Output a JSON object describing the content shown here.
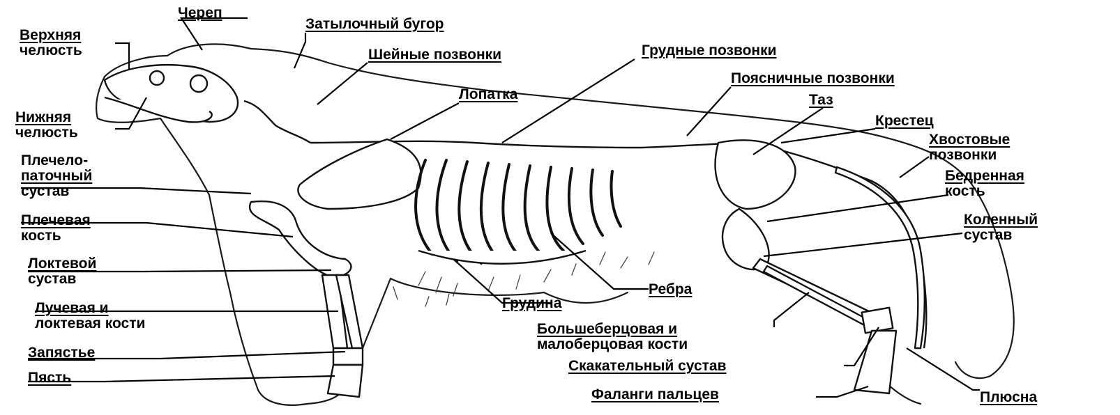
{
  "labels": {
    "skull": "Череп",
    "upper_jaw": [
      "Верхняя",
      "челюсть"
    ],
    "occipital": "Затылочный бугор",
    "cervical": "Шейные позвонки",
    "thoracic": "Грудные позвонки",
    "lumbar": "Поясничные позвонки",
    "scapula": "Лопатка",
    "pelvis": "Таз",
    "sacrum": "Крестец",
    "lower_jaw": [
      "Нижняя",
      "челюсть"
    ],
    "caudal": [
      "Хвостовые",
      "позвонки"
    ],
    "shoulder_joint": [
      "Плечело-",
      "паточный",
      "сустав"
    ],
    "femur": [
      "Бедренная",
      "кость"
    ],
    "humerus": [
      "Плечевая",
      "кость"
    ],
    "knee": [
      "Коленный",
      "сустав"
    ],
    "elbow": [
      "Локтевой",
      "сустав"
    ],
    "ribs": "Ребра",
    "sternum": "Грудина",
    "radius_ulna": [
      "Лучевая и",
      "локтевая кости"
    ],
    "tibia_fibula": [
      "Большеберцовая и",
      "малоберцовая кости"
    ],
    "carpus": "Запястье",
    "hock": "Скакательный сустав",
    "metacarpus": "Пясть",
    "phalanges": "Фаланги пальцев",
    "metatarsus": "Плюсна"
  },
  "colors": {
    "ink": "#000000",
    "background": "#ffffff"
  }
}
